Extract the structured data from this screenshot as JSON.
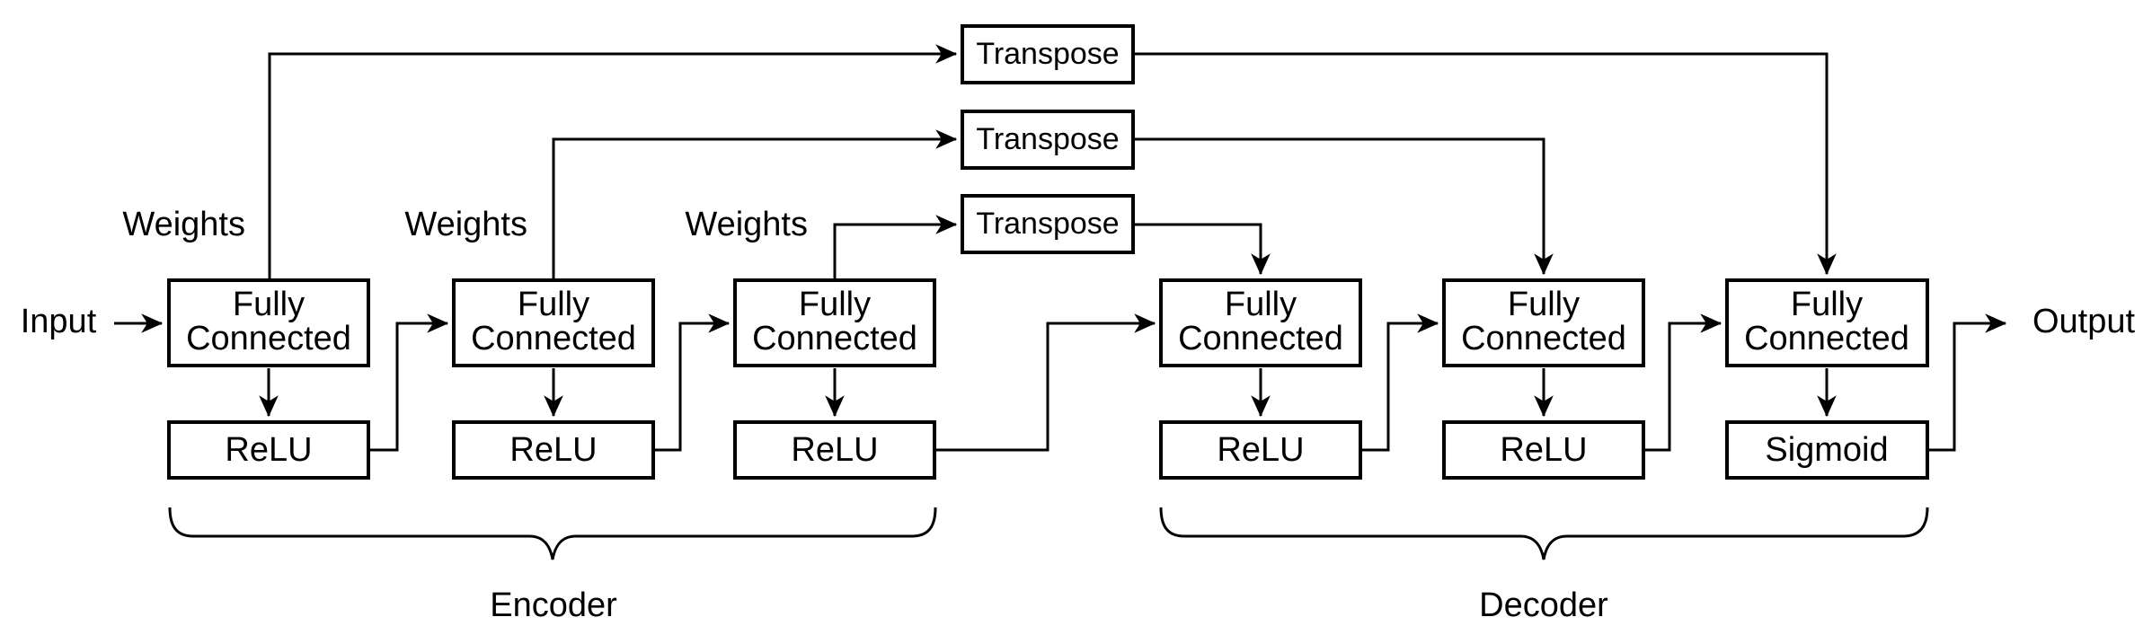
{
  "diagram_type": "autoencoder-neural-network-architecture",
  "labels": {
    "input": "Input",
    "output": "Output",
    "weights": "Weights",
    "fully": "Fully",
    "connected": "Connected",
    "encoder": "Encoder",
    "decoder": "Decoder"
  },
  "transposes": [
    "Transpose",
    "Transpose",
    "Transpose"
  ],
  "columns": [
    {
      "section": "encoder",
      "layer": "Fully Connected",
      "activation": "ReLU"
    },
    {
      "section": "encoder",
      "layer": "Fully Connected",
      "activation": "ReLU"
    },
    {
      "section": "encoder",
      "layer": "Fully Connected",
      "activation": "ReLU"
    },
    {
      "section": "decoder",
      "layer": "Fully Connected",
      "activation": "ReLU"
    },
    {
      "section": "decoder",
      "layer": "Fully Connected",
      "activation": "ReLU"
    },
    {
      "section": "decoder",
      "layer": "Fully Connected",
      "activation": "Sigmoid"
    }
  ],
  "colors": {
    "stroke": "#000000",
    "box_fill": "#ffffff",
    "text": "#000000",
    "background": "#ffffff"
  }
}
